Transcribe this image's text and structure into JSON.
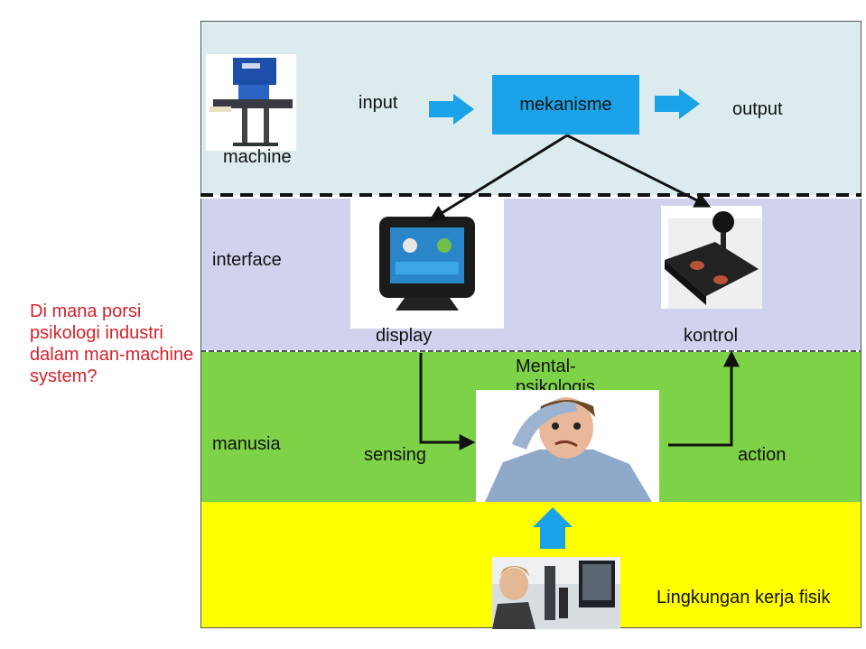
{
  "diagram": {
    "question": "Di mana porsi psikologi industri dalam man-machine system?",
    "machine": {
      "label": "machine",
      "input": "input",
      "mekanisme": "mekanisme",
      "output": "output"
    },
    "interface": {
      "label": "interface",
      "display": "display",
      "kontrol": "kontrol"
    },
    "manusia": {
      "label": "manusia",
      "sensing": "sensing",
      "mental": "Mental-psikologis",
      "action": "action"
    },
    "lingkungan": {
      "label": "Lingkungan kerja fisik"
    }
  },
  "colors": {
    "machine_band": "#dcecee",
    "interface_band": "#d1d3ee",
    "manusia_band": "#7ed247",
    "lingkungan_band": "#ffff00",
    "arrow_blue": "#1aa3e8",
    "mekanisme_box": "#1aa3e8",
    "question_text": "#d2232a"
  },
  "icons": [
    "machine-photo",
    "display-device-photo",
    "joystick-photo",
    "confused-man-photo",
    "office-workers-photo"
  ]
}
